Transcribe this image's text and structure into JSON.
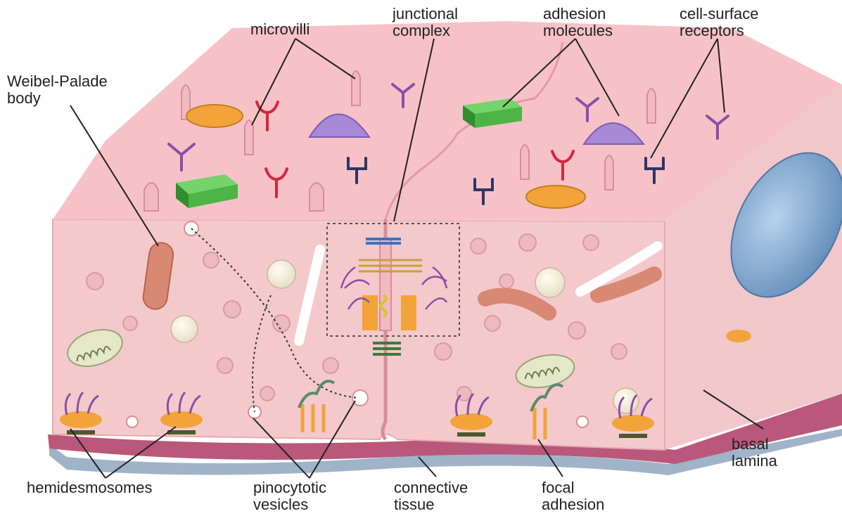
{
  "labels": {
    "microvilli": "microvilli",
    "junctional_complex": "junctional\ncomplex",
    "adhesion_molecules": "adhesion\nmolecules",
    "cell_surface_receptors": "cell-surface\nreceptors",
    "weibel_palade_body": "Weibel-Palade\nbody",
    "basal_lamina": "basal\nlamina",
    "hemidesmosomes": "hemidesmosomes",
    "pinocytotic_vesicles": "pinocytotic\nvesicles",
    "connective_tissue": "connective\ntissue",
    "focal_adhesion": "focal\nadhesion"
  },
  "colors": {
    "cytoplasm": "#f4c9cc",
    "top_surface": "#f6c2c8",
    "basement": "#b9587a",
    "connective": "#9fb3c9",
    "nucleus": "#7ea6cf",
    "mitochondria": "#d98873",
    "receptor_red": "#d6263b",
    "receptor_purple": "#8b4ea8",
    "receptor_navy": "#2d3566",
    "adhesion_green": "#4bb545",
    "adhesion_purple": "#a889d6",
    "adhesion_orange": "#f2a43a"
  }
}
